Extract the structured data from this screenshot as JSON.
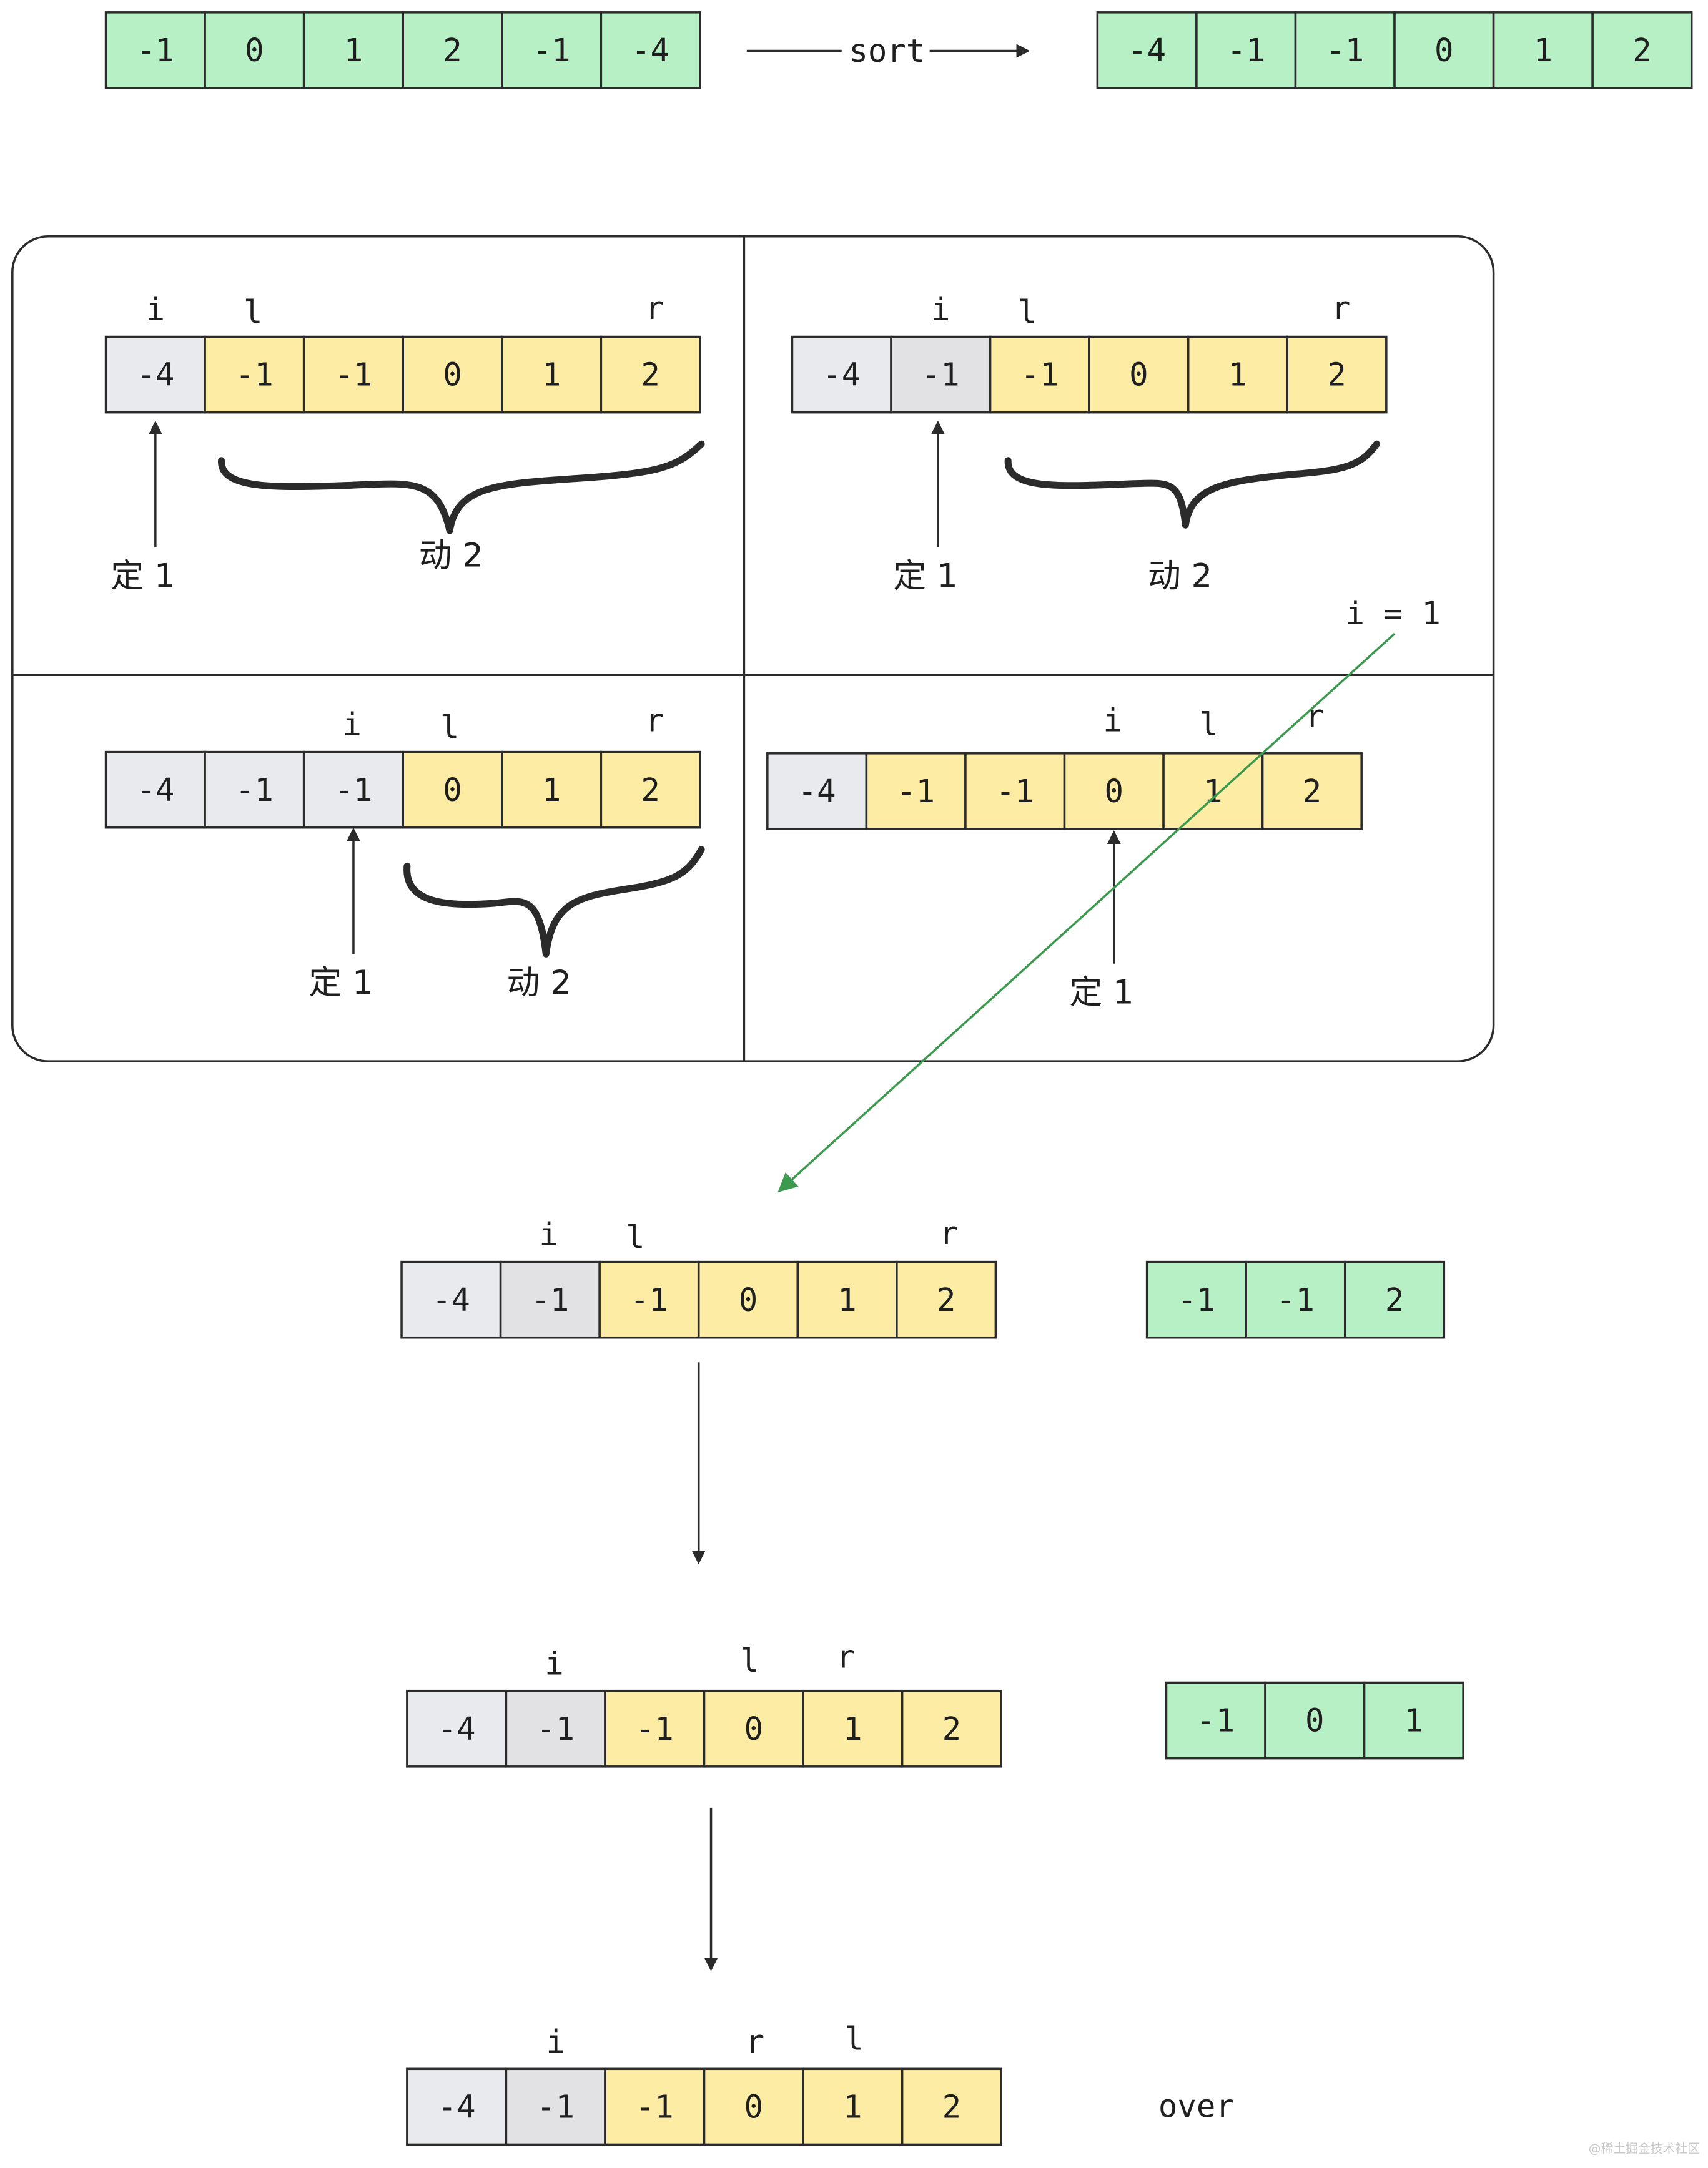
{
  "colors": {
    "green": "#b6f0c4",
    "yellow": "#fdeca3",
    "gray": "#e9eaee",
    "gray_dark": "#e2e2e4",
    "line": "#2b2b2b",
    "green_arrow": "#3c9a4f"
  },
  "top": {
    "input": [
      "-1",
      "0",
      "1",
      "2",
      "-1",
      "-4"
    ],
    "arrow_label": "sort",
    "sorted": [
      "-4",
      "-1",
      "-1",
      "0",
      "1",
      "2"
    ]
  },
  "panel_tl": {
    "cells": [
      "-4",
      "-1",
      "-1",
      "0",
      "1",
      "2"
    ],
    "fills": [
      "gray",
      "yellow",
      "yellow",
      "yellow",
      "yellow",
      "yellow"
    ],
    "i": "i",
    "l": "l",
    "r": "r",
    "fixed_label": "定 1",
    "moving_label": "动 2"
  },
  "panel_tr": {
    "cells": [
      "-4",
      "-1",
      "-1",
      "0",
      "1",
      "2"
    ],
    "fills": [
      "gray",
      "gray_dark",
      "yellow",
      "yellow",
      "yellow",
      "yellow"
    ],
    "i": "i",
    "l": "l",
    "r": "r",
    "fixed_label": "定 1",
    "moving_label": "动 2",
    "note": "i = 1"
  },
  "panel_bl": {
    "cells": [
      "-4",
      "-1",
      "-1",
      "0",
      "1",
      "2"
    ],
    "fills": [
      "gray",
      "gray",
      "gray",
      "yellow",
      "yellow",
      "yellow"
    ],
    "i": "i",
    "l": "l",
    "r": "r",
    "fixed_label": "定 1",
    "moving_label": "动 2"
  },
  "panel_br": {
    "cells": [
      "-4",
      "-1",
      "-1",
      "0",
      "1",
      "2"
    ],
    "fills": [
      "gray",
      "yellow",
      "yellow",
      "yellow",
      "yellow",
      "yellow"
    ],
    "i": "i",
    "l": "l",
    "r": "r",
    "fixed_label": "定 1"
  },
  "step1": {
    "cells": [
      "-4",
      "-1",
      "-1",
      "0",
      "1",
      "2"
    ],
    "fills": [
      "gray",
      "gray_dark",
      "yellow",
      "yellow",
      "yellow",
      "yellow"
    ],
    "i": "i",
    "l": "l",
    "r": "r",
    "result": [
      "-1",
      "-1",
      "2"
    ]
  },
  "step2": {
    "cells": [
      "-4",
      "-1",
      "-1",
      "0",
      "1",
      "2"
    ],
    "fills": [
      "gray",
      "gray_dark",
      "yellow",
      "yellow",
      "yellow",
      "yellow"
    ],
    "i": "i",
    "l": "l",
    "r": "r",
    "result": [
      "-1",
      "0",
      "1"
    ]
  },
  "step3": {
    "cells": [
      "-4",
      "-1",
      "-1",
      "0",
      "1",
      "2"
    ],
    "fills": [
      "gray",
      "gray_dark",
      "yellow",
      "yellow",
      "yellow",
      "yellow"
    ],
    "i": "i",
    "r": "r",
    "l": "l",
    "note": "over"
  },
  "watermark": "@稀土掘金技术社区"
}
